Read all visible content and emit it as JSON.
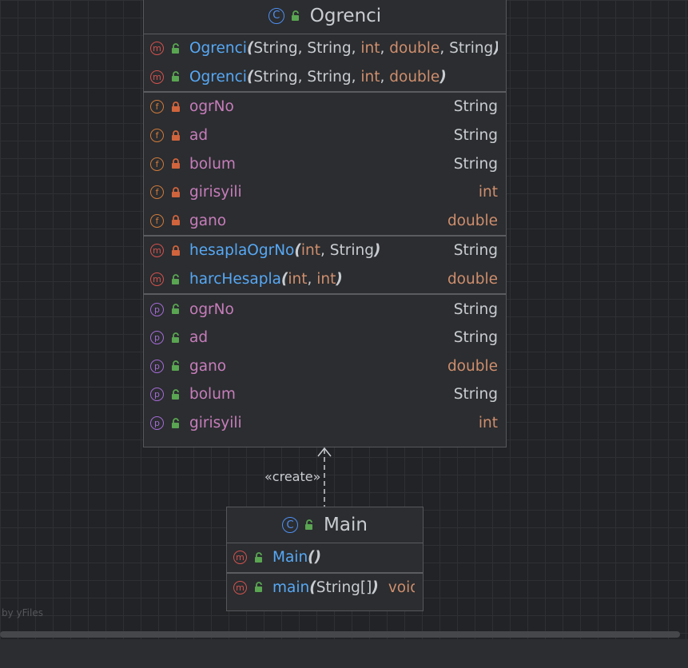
{
  "classes": [
    {
      "title": "Ogrenci",
      "sections": [
        [
          {
            "kind": "m",
            "vis": "public",
            "name": "Ogrenci",
            "params": [
              [
                "String",
                "ref"
              ],
              [
                "String",
                "ref"
              ],
              [
                "int",
                "prim"
              ],
              [
                "double",
                "prim"
              ],
              [
                "String",
                "ref"
              ]
            ],
            "type": "",
            "type_kind": "ref"
          },
          {
            "kind": "m",
            "vis": "public",
            "name": "Ogrenci",
            "params": [
              [
                "String",
                "ref"
              ],
              [
                "String",
                "ref"
              ],
              [
                "int",
                "prim"
              ],
              [
                "double",
                "prim"
              ]
            ],
            "type": "",
            "type_kind": "ref"
          }
        ],
        [
          {
            "kind": "f",
            "vis": "private",
            "name": "ogrNo",
            "type": "String",
            "type_kind": "ref"
          },
          {
            "kind": "f",
            "vis": "private",
            "name": "ad",
            "type": "String",
            "type_kind": "ref"
          },
          {
            "kind": "f",
            "vis": "private",
            "name": "bolum",
            "type": "String",
            "type_kind": "ref"
          },
          {
            "kind": "f",
            "vis": "private",
            "name": "girisyili",
            "type": "int",
            "type_kind": "prim"
          },
          {
            "kind": "f",
            "vis": "private",
            "name": "gano",
            "type": "double",
            "type_kind": "prim"
          }
        ],
        [
          {
            "kind": "m",
            "vis": "private",
            "name": "hesaplaOgrNo",
            "params": [
              [
                "int",
                "prim"
              ],
              [
                "String",
                "ref"
              ]
            ],
            "type": "String",
            "type_kind": "ref"
          },
          {
            "kind": "m",
            "vis": "public",
            "name": "harcHesapla",
            "params": [
              [
                "int",
                "prim"
              ],
              [
                "int",
                "prim"
              ]
            ],
            "type": "double",
            "type_kind": "prim"
          }
        ],
        [
          {
            "kind": "p",
            "vis": "public",
            "name": "ogrNo",
            "type": "String",
            "type_kind": "ref"
          },
          {
            "kind": "p",
            "vis": "public",
            "name": "ad",
            "type": "String",
            "type_kind": "ref"
          },
          {
            "kind": "p",
            "vis": "public",
            "name": "gano",
            "type": "double",
            "type_kind": "prim"
          },
          {
            "kind": "p",
            "vis": "public",
            "name": "bolum",
            "type": "String",
            "type_kind": "ref"
          },
          {
            "kind": "p",
            "vis": "public",
            "name": "girisyili",
            "type": "int",
            "type_kind": "prim"
          }
        ]
      ]
    },
    {
      "title": "Main",
      "sections": [
        [
          {
            "kind": "m",
            "vis": "public",
            "name": "Main",
            "params": [],
            "type": "",
            "type_kind": "ref"
          }
        ],
        [
          {
            "kind": "m",
            "vis": "public",
            "name": "main",
            "params": [
              [
                "String[]",
                "ref"
              ]
            ],
            "type": "void",
            "type_kind": "prim",
            "inline_type": true
          }
        ]
      ]
    }
  ],
  "edge": {
    "label": "«create»"
  },
  "footer": {
    "text": "by yFiles"
  },
  "colors": {
    "background": "#222327",
    "node_bg": "#2b2d30",
    "method_name": "#57a8f5",
    "field_name": "#c77dbb",
    "primitive_type": "#cf8e6d",
    "ref_type": "#c9ccd1",
    "badge_method": "#d2524e",
    "badge_field": "#cf7a3b",
    "badge_property": "#a56bd6",
    "badge_class": "#4f8ef0",
    "lock_private": "#d0643d",
    "lock_public": "#5aa552"
  },
  "icons": {
    "class": "class-badge-icon",
    "method": "method-badge-icon",
    "field": "field-badge-icon",
    "property": "property-badge-icon",
    "private": "private-lock-icon",
    "public": "public-unlock-icon"
  }
}
